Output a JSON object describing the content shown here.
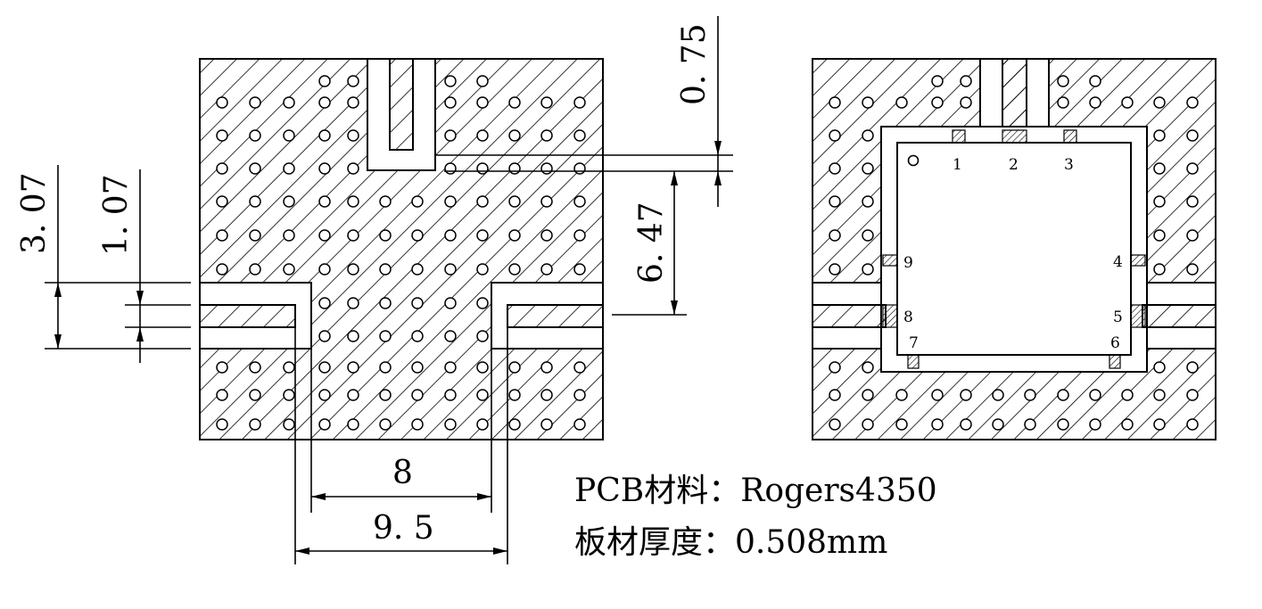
{
  "dimensions": {
    "gap_top": "0. 75",
    "height_top": "6. 47",
    "outer_left": "3. 07",
    "inner_left": "1. 07",
    "inner_width": "8",
    "outer_width": "9. 5"
  },
  "pins": [
    "1",
    "2",
    "3",
    "4",
    "5",
    "6",
    "7",
    "8",
    "9"
  ],
  "notes": {
    "material": "PCB材料：Rogers4350",
    "thickness": "板材厚度：0.508mm"
  }
}
